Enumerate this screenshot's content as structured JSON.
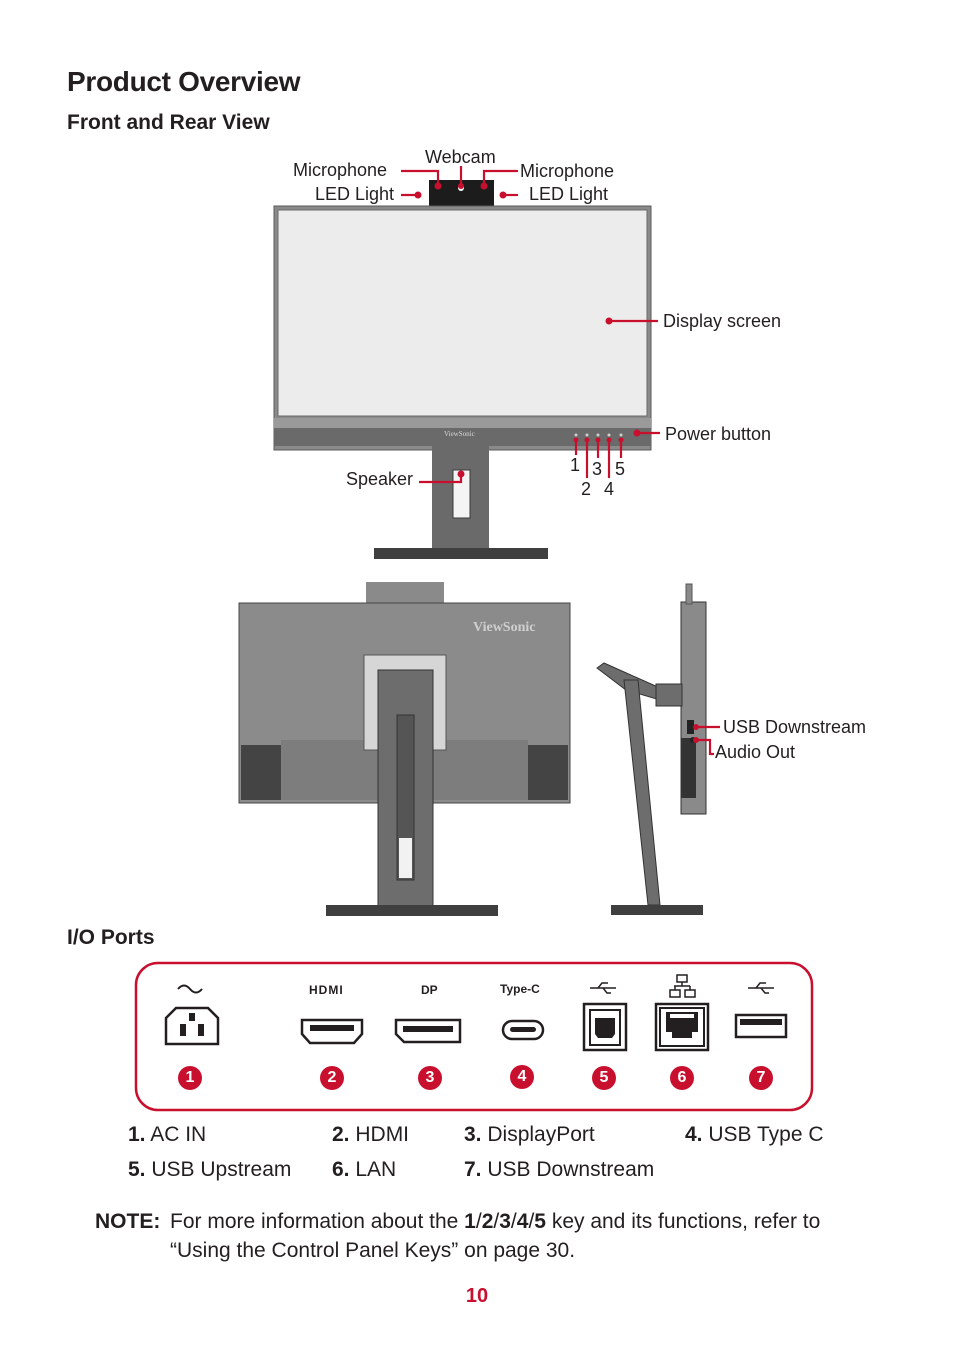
{
  "title": "Product Overview",
  "front_rear": {
    "heading": "Front and Rear View",
    "labels": {
      "webcam": "Webcam",
      "mic_left_1": "Microphone",
      "mic_left_2": "LED Light",
      "mic_right_1": "Microphone",
      "mic_right_2": "LED Light",
      "display_screen": "Display screen",
      "power_button": "Power button",
      "speaker": "Speaker",
      "usb_downstream": "USB Downstream",
      "audio_out": "Audio Out"
    },
    "key_numbers": [
      "1",
      "2",
      "3",
      "4",
      "5"
    ],
    "brand_front": "ViewSonic",
    "brand_rear": "ViewSonic"
  },
  "io_ports": {
    "heading": "I/O Ports",
    "port_labels": {
      "hdmi": "HDMI",
      "dp": "DP",
      "typec": "Type-C"
    },
    "badges": [
      "1",
      "2",
      "3",
      "4",
      "5",
      "6",
      "7"
    ],
    "legend": [
      {
        "n": "1.",
        "t": "AC IN"
      },
      {
        "n": "2.",
        "t": "HDMI"
      },
      {
        "n": "3.",
        "t": "DisplayPort"
      },
      {
        "n": "4.",
        "t": "USB Type C"
      },
      {
        "n": "5.",
        "t": "USB Upstream"
      },
      {
        "n": "6.",
        "t": "LAN"
      },
      {
        "n": "7.",
        "t": "USB Downstream"
      }
    ]
  },
  "note": {
    "label": "NOTE:",
    "pre": "For more information about the",
    "keys": [
      "1",
      "2",
      "3",
      "4",
      "5"
    ],
    "post": "key and its functions, refer to",
    "line2": "“Using the Control Panel Keys” on page 30."
  },
  "page_number": "10",
  "colors": {
    "accent": "#c8102e",
    "text": "#231f20",
    "monitor": "#7b7b7b",
    "screen": "#ececec"
  }
}
